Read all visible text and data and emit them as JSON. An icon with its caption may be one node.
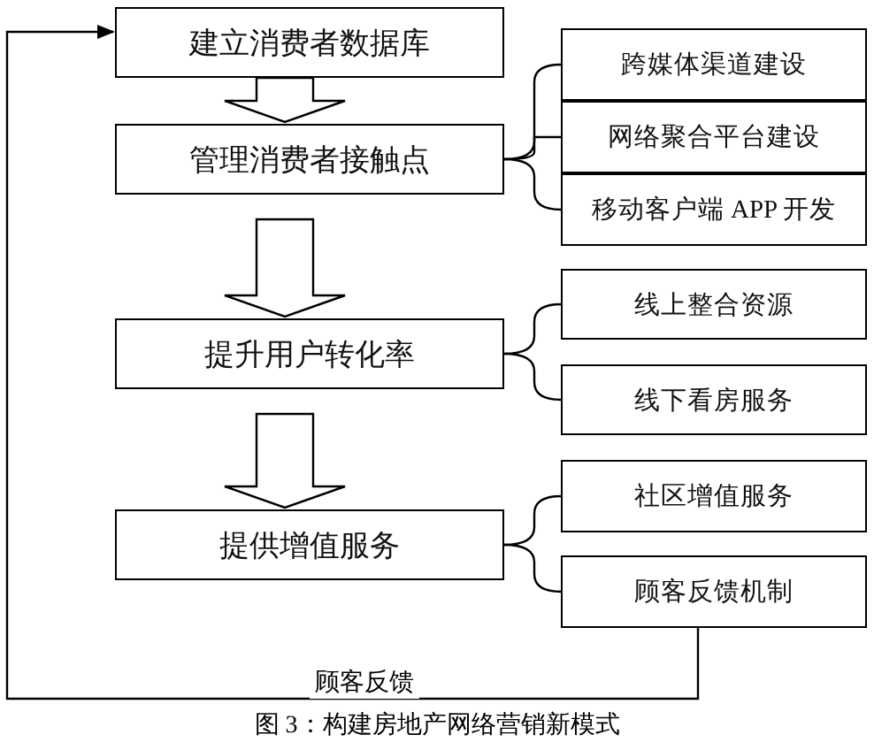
{
  "diagram": {
    "caption": "图 3：构建房地产网络营销新模式",
    "nodes": [
      {
        "text": [
          "建立消费者数据库"
        ]
      },
      {
        "text": [
          "管理消费者接触点"
        ]
      },
      {
        "text": [
          "跨媒体渠道建设"
        ]
      },
      {
        "text": [
          "网络聚合平台建设"
        ]
      },
      {
        "text": [
          "移动客户端 APP 开发"
        ]
      },
      {
        "text": [
          "提升用户转化率"
        ]
      },
      {
        "text": [
          "线上整合资源"
        ]
      },
      {
        "text": [
          "线下看房服务"
        ]
      },
      {
        "text": [
          "提供增值服务"
        ]
      },
      {
        "text": [
          "社区增值服务"
        ]
      },
      {
        "text": [
          "顾客反馈机制"
        ]
      }
    ],
    "edges": [
      {
        "from": 0,
        "to": 1,
        "arrow": "to"
      },
      {
        "from": 1,
        "to": 5,
        "arrow": "to"
      },
      {
        "from": 5,
        "to": 8,
        "arrow": "to"
      },
      {
        "from": 1,
        "to": 2,
        "arrow": "none"
      },
      {
        "from": 1,
        "to": 3,
        "arrow": "none"
      },
      {
        "from": 1,
        "to": 4,
        "arrow": "none"
      },
      {
        "from": 5,
        "to": 6,
        "arrow": "none"
      },
      {
        "from": 5,
        "to": 7,
        "arrow": "none"
      },
      {
        "from": 8,
        "to": 9,
        "arrow": "none"
      },
      {
        "from": 8,
        "to": 10,
        "arrow": "none"
      },
      {
        "from": 10,
        "to": 0,
        "arrow": "to",
        "label": "顾客反馈"
      }
    ]
  }
}
